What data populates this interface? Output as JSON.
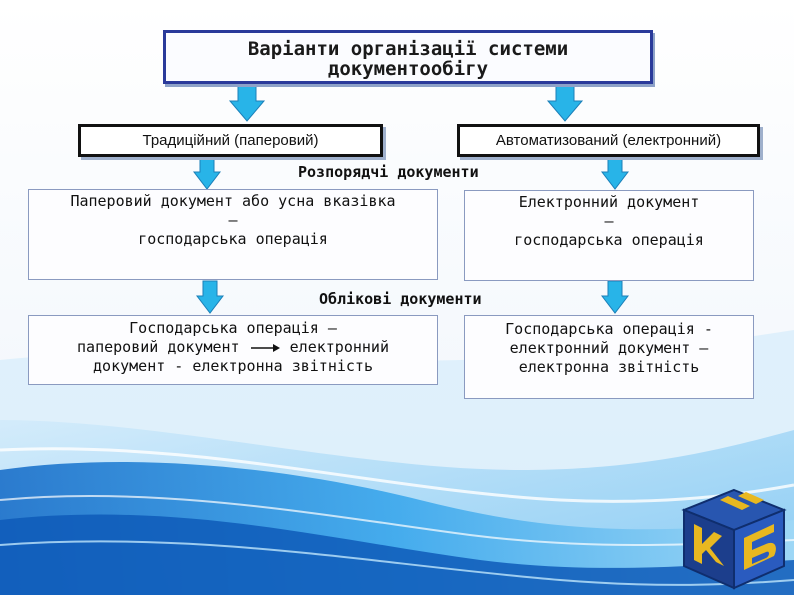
{
  "title": {
    "line1": "Варіанти організації системи",
    "line2": "документообігу"
  },
  "branches": {
    "left": "Традиційний (паперовий)",
    "right": "Автоматизований (електронний)"
  },
  "sections": {
    "administrative": "Розпорядчі документи",
    "accounting": "Облікові документи"
  },
  "boxes": {
    "admin_paper": [
      "Паперовий документ або усна вказівка",
      "–",
      "господарська операція"
    ],
    "admin_electronic": [
      "Електронний документ",
      "–",
      "господарська операція"
    ],
    "acct_paper": {
      "line1": "Господарська операція –",
      "line2_left": "паперовий документ",
      "line2_right": "електронний",
      "line3": "документ - електронна звітність"
    },
    "acct_electronic": [
      "Господарська операція -",
      "електронний документ –",
      "електронна звітність"
    ]
  },
  "colors": {
    "frame": "#2a3a9a",
    "arrow": "#28b4e8",
    "box_border": "#8a9ac0",
    "logo_blue": "#1c3e8c",
    "logo_gold": "#e8b820"
  }
}
